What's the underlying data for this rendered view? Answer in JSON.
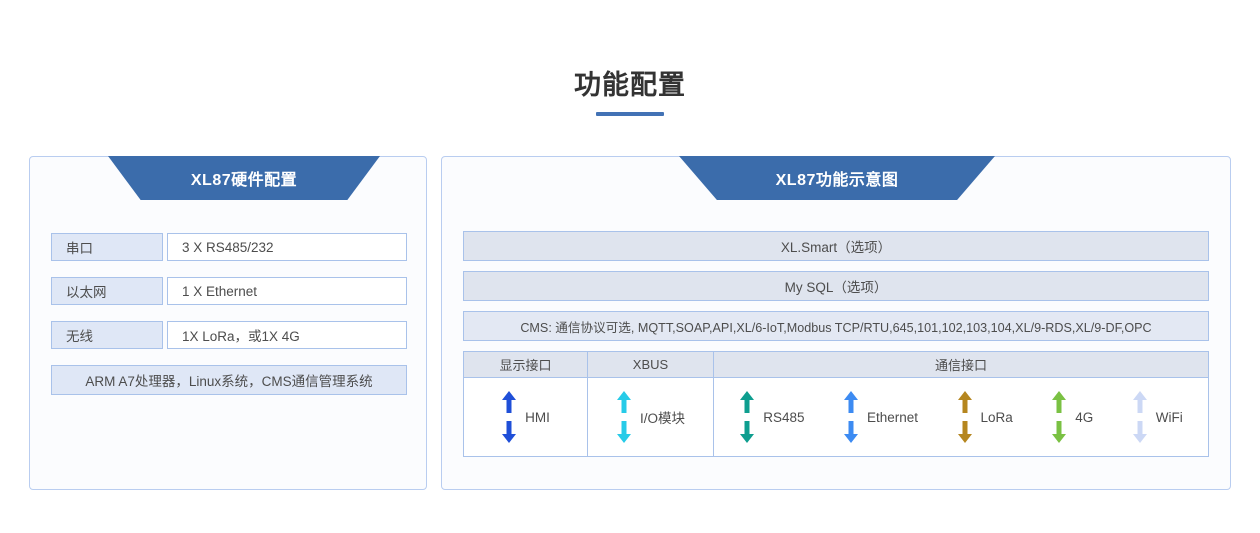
{
  "page": {
    "title": "功能配置"
  },
  "left_panel": {
    "header": "XL87硬件配置",
    "rows": [
      {
        "label": "串口",
        "value": "3 X RS485/232"
      },
      {
        "label": "以太网",
        "value": "1 X Ethernet"
      },
      {
        "label": "无线",
        "value": "1X LoRa，或1X 4G"
      }
    ],
    "note": "ARM A7处理器，Linux系统，CMS通信管理系统"
  },
  "right_panel": {
    "header": "XL87功能示意图",
    "bars": [
      "XL.Smart（选项）",
      "My SQL（选项）",
      "CMS: 通信协议可选, MQTT,SOAP,API,XL/6-IoT,Modbus TCP/RTU,645,101,102,103,104,XL/9-RDS,XL/9-DF,OPC"
    ],
    "interface_table": {
      "headers": [
        "显示接口",
        "XBUS",
        "通信接口"
      ],
      "col1_items": [
        {
          "label": "HMI",
          "color": "#1f4fd8"
        }
      ],
      "col2_items": [
        {
          "label": "I/O模块",
          "color": "#27cbe8"
        }
      ],
      "col3_items": [
        {
          "label": "RS485",
          "color": "#0e9e8f"
        },
        {
          "label": "Ethernet",
          "color": "#3d8bf2"
        },
        {
          "label": "LoRa",
          "color": "#b5861f"
        },
        {
          "label": "4G",
          "color": "#7ac143"
        },
        {
          "label": "WiFi",
          "color": "#ccd8f5"
        }
      ]
    }
  },
  "colors": {
    "banner_blue": "#3b6cab",
    "accent_underline": "#4272b5",
    "cell_fill": "#dfe7f6",
    "bar_fill": "#dfe4ee",
    "border": "#a9c2ea",
    "panel_border": "#b9cdf0"
  }
}
